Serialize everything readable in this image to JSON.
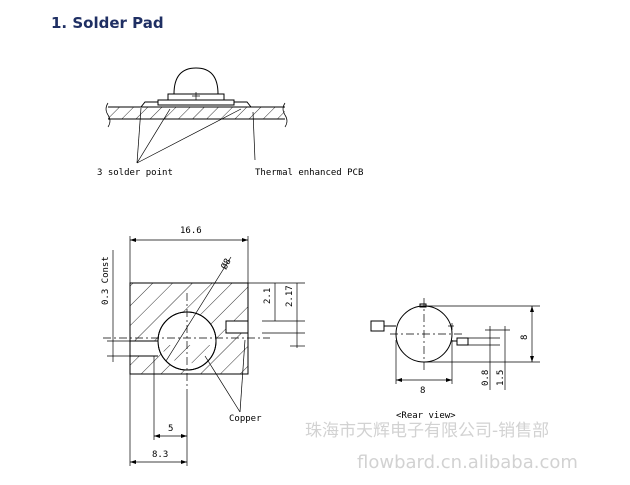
{
  "title": "1. Solder Pad",
  "top_view": {
    "label_solder": "3 solder point",
    "label_pcb": "Thermal enhanced PCB"
  },
  "pad_view": {
    "dim_width": "16.6",
    "dim_const": "0.3 Const",
    "dim_diameter": "Ø8",
    "dim_21": "2.1",
    "dim_217": "2.17",
    "dim_5": "5",
    "dim_83": "8.3",
    "label_copper": "Copper"
  },
  "rear_view": {
    "dim_8_h": "8",
    "dim_8_v": "8",
    "dim_08": "0.8",
    "dim_15": "1.5",
    "label": "<Rear view>"
  },
  "watermark": {
    "line1": "珠海市天辉电子有限公司-销售部",
    "line2": "flowbard.cn.alibaba.com"
  }
}
